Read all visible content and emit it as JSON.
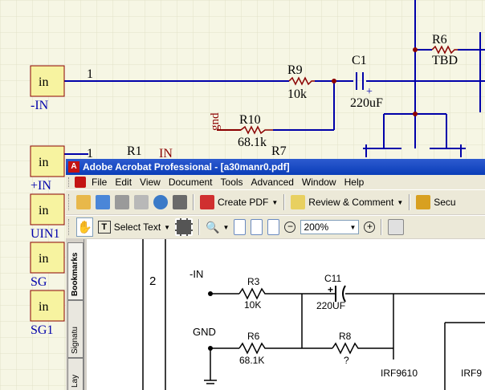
{
  "schematic": {
    "ports": [
      "in",
      "in",
      "in",
      "in",
      "in"
    ],
    "port_labels": [
      "-IN",
      "+IN",
      "UIN1",
      "SG",
      "SG1"
    ],
    "net_numbers": [
      "1",
      "1"
    ],
    "resistors": {
      "r9": {
        "ref": "R9",
        "value": "10k"
      },
      "r10": {
        "ref": "R10",
        "value": "68.1k"
      },
      "r6": {
        "ref": "R6",
        "value": "TBD"
      },
      "r1": {
        "ref": "R1"
      },
      "r7": {
        "ref": "R7"
      }
    },
    "capacitor": {
      "ref": "C1",
      "value": "220uF"
    },
    "gnd_label": "gnd",
    "in_label_partial": "IN",
    "cap_polarity": "+"
  },
  "acrobat": {
    "title": "Adobe Acrobat Professional - [a30manr0.pdf]",
    "app_icon_letter": "A",
    "menu": [
      "File",
      "Edit",
      "View",
      "Document",
      "Tools",
      "Advanced",
      "Window",
      "Help"
    ],
    "toolbar1": {
      "create_pdf": "Create PDF",
      "review_comment": "Review & Comment",
      "secure": "Secu"
    },
    "toolbar2": {
      "select_text": "Select Text",
      "zoom": "200%"
    },
    "side_tabs": [
      "Bookmarks",
      "Signatu",
      "Lay"
    ],
    "pdf": {
      "row_number": "2",
      "neg_in": "-IN",
      "gnd": "GND",
      "r3": {
        "ref": "R3",
        "value": "10K"
      },
      "c11": {
        "ref": "C11",
        "value": "220UF",
        "polarity": "+"
      },
      "r6": {
        "ref": "R6",
        "value": "68.1K"
      },
      "r8": {
        "ref": "R8",
        "value": "?"
      },
      "q1": "IRF9610",
      "q2": "IRF9"
    }
  },
  "colors": {
    "background": "#f6f6e4",
    "wire": "#0000aa",
    "port_fill": "#f7f3a0",
    "component_red": "#8b0000",
    "junction": "#8b0000",
    "titlebar": "#0a3db8"
  }
}
